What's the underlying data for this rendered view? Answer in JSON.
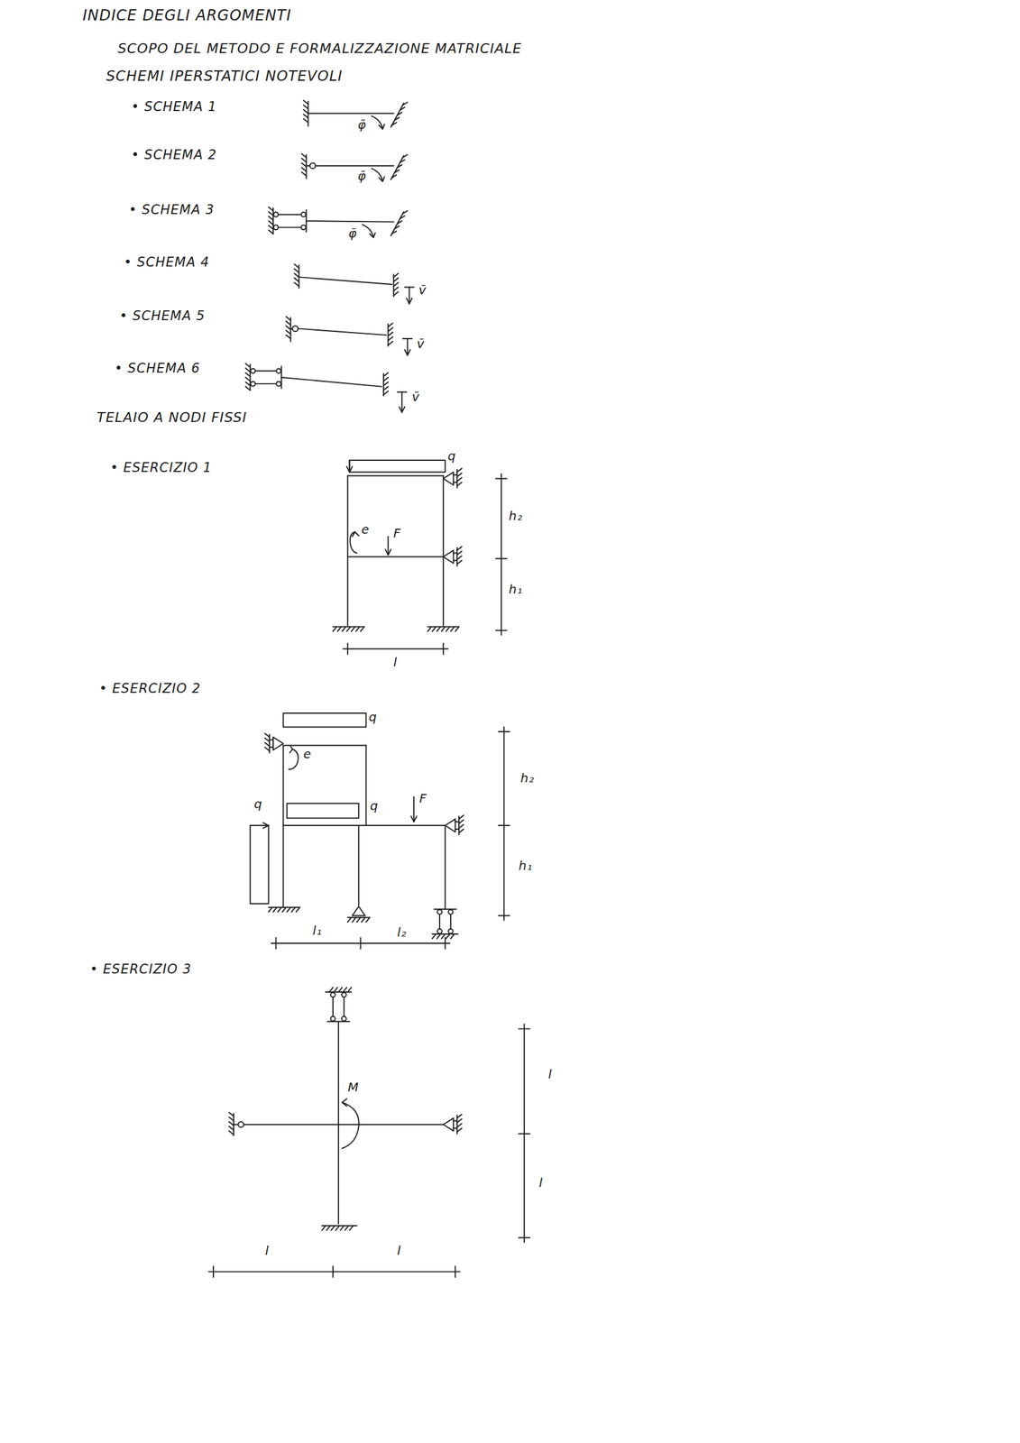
{
  "diagram": {
    "title": "INDICE DEGLI ARGOMENTI",
    "labels": [
      "SCOPO DEL METODO E FORMALIZZAZIONE MATRICIALE",
      "SCHEMI IPERSTATICI NOTEVOLI",
      "• SCHEMA 1",
      "φ̄",
      "• SCHEMA 2",
      "φ̄",
      "• SCHEMA 3",
      "φ̄",
      "• SCHEMA 4",
      "v̄",
      "• SCHEMA 5",
      "v̄",
      "• SCHEMA 6",
      "v̄",
      "TELAIO A NODI FISSI",
      "• ESERCIZIO 1",
      "q",
      "e",
      "F",
      "h₂",
      "h₁",
      "l",
      "• ESERCIZIO 2",
      "q",
      "e",
      "q",
      "q",
      "F",
      "h₂",
      "h₁",
      "l₁",
      "l₂",
      "• ESERCIZIO 3",
      "M",
      "l",
      "l",
      "l",
      "l"
    ]
  }
}
